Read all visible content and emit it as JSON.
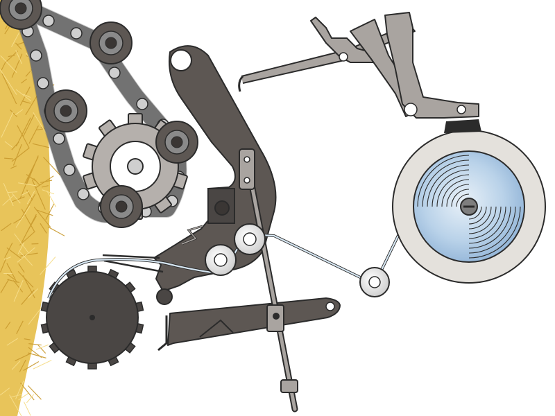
{
  "diagram": {
    "labels": [],
    "colors": {
      "background": "#ffffff",
      "hay": "#e8c45a",
      "hay_dark": "#c99a2e",
      "chain_link": "#8a8a8a",
      "chain_roller": "#555555",
      "dark_metal": "#5d5753",
      "light_metal": "#a9a4a0",
      "twine": "#b9d3e6",
      "spool_face": "#a9c8e4",
      "spool_rim": "#e4e1dc",
      "outline": "#2b2b2b"
    },
    "components": [
      "hay-bale",
      "drive-chain",
      "drive-sprocket",
      "pickup-reel",
      "twine-arm",
      "guide-pulleys",
      "tension-pulley",
      "twine-spool",
      "lower-cutter-bar",
      "linkage-rod",
      "upper-feed-linkage"
    ]
  }
}
